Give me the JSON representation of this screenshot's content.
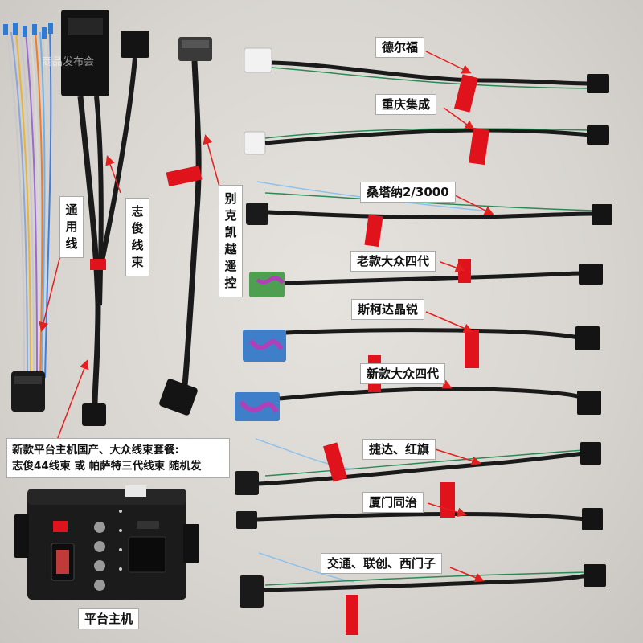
{
  "watermark": "商品发布会",
  "labels": {
    "delphi": "德尔福",
    "chongqing": "重庆集成",
    "santana": "桑塔纳2/3000",
    "old_vw": "老款大众四代",
    "skoda": "斯柯达晶锐",
    "new_vw": "新款大众四代",
    "jetta": "捷达、红旗",
    "xiamen": "厦门同治",
    "jiaotong": "交通、联创、西门子",
    "universal": "通用线",
    "zhijun": "志俊线束",
    "buick": "别克凯越遥控",
    "host": "平台主机"
  },
  "note": {
    "line1": "新款平台主机国产、大众线束套餐:",
    "line2": "志俊44线束 或 帕萨特三代线束 随机发"
  },
  "colors": {
    "background": "#d9d6d2",
    "wire": "#1a1a1a",
    "tag": "#e0121b",
    "arrow": "#e3201e",
    "green_wire": "#2a8a55",
    "blue_connector": "#3f7fc9",
    "purple_connector": "#b040b8",
    "white_connector": "#f2f2f2"
  }
}
